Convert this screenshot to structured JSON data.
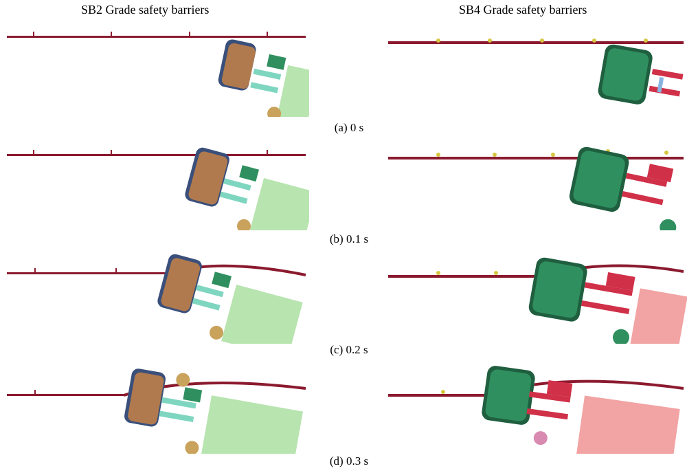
{
  "columns": [
    {
      "title": "SB2 Grade safety barriers"
    },
    {
      "title": "SB4 Grade safety barriers"
    }
  ],
  "frames": [
    {
      "caption": "(a) 0 s"
    },
    {
      "caption": "(b) 0.1 s"
    },
    {
      "caption": "(c) 0.2 s"
    },
    {
      "caption": "(d) 0.3 s"
    }
  ],
  "colors": {
    "rail": "#8b1a2e",
    "cab_brown": "#b07a4e",
    "cab_green": "#2f8f5f",
    "frame_teal": "#7fd6c0",
    "cargo_green": "#b8e4b0",
    "cargo_pink": "#f2a3a3",
    "red_block": "#d03048",
    "post_yellow": "#d6c640"
  }
}
